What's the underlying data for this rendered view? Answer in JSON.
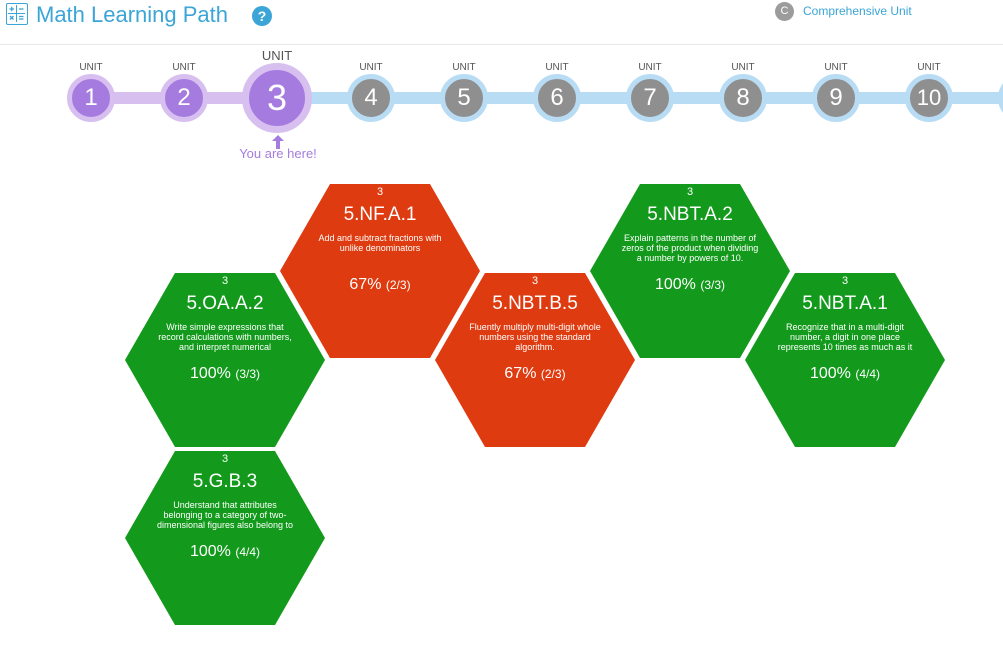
{
  "header": {
    "title": "Math Learning Path",
    "help_icon": "question-circle-icon",
    "comprehensive": {
      "badge": "C",
      "label": "Comprehensive Unit"
    }
  },
  "colors": {
    "accent": "#3aa5d6",
    "completed_unit": "#a67bdf",
    "upcoming_unit": "#8f8f8f",
    "mastered": "#139a1c",
    "needs_work": "#df3b10"
  },
  "units": [
    {
      "label": "UNIT",
      "number": "1",
      "state": "completed"
    },
    {
      "label": "UNIT",
      "number": "2",
      "state": "completed"
    },
    {
      "label": "UNIT",
      "number": "3",
      "state": "current"
    },
    {
      "label": "UNIT",
      "number": "4",
      "state": "upcoming"
    },
    {
      "label": "UNIT",
      "number": "5",
      "state": "upcoming"
    },
    {
      "label": "UNIT",
      "number": "6",
      "state": "upcoming"
    },
    {
      "label": "UNIT",
      "number": "7",
      "state": "upcoming"
    },
    {
      "label": "UNIT",
      "number": "8",
      "state": "upcoming"
    },
    {
      "label": "UNIT",
      "number": "9",
      "state": "upcoming"
    },
    {
      "label": "UNIT",
      "number": "10",
      "state": "upcoming"
    }
  ],
  "current_marker": {
    "text": "You are here!",
    "icon": "arrow-up-icon"
  },
  "standards": [
    {
      "unit": "3",
      "code": "5.NF.A.1",
      "description": "Add and subtract fractions with unlike denominators",
      "percent": "67%",
      "fraction": "(2/3)",
      "status": "needs-work"
    },
    {
      "unit": "3",
      "code": "5.NBT.A.2",
      "description": "Explain patterns in the number of zeros of the product when dividing a number by powers of 10.",
      "percent": "100%",
      "fraction": "(3/3)",
      "status": "mastered"
    },
    {
      "unit": "3",
      "code": "5.OA.A.2",
      "description": "Write simple expressions that record calculations with numbers, and interpret numerical",
      "percent": "100%",
      "fraction": "(3/3)",
      "status": "mastered"
    },
    {
      "unit": "3",
      "code": "5.NBT.B.5",
      "description": "Fluently multiply multi-digit whole numbers using the standard algorithm.",
      "percent": "67%",
      "fraction": "(2/3)",
      "status": "needs-work"
    },
    {
      "unit": "3",
      "code": "5.NBT.A.1",
      "description": "Recognize that in a multi-digit number, a digit in one place represents 10 times as much as it",
      "percent": "100%",
      "fraction": "(4/4)",
      "status": "mastered"
    },
    {
      "unit": "3",
      "code": "5.G.B.3",
      "description": "Understand that attributes belonging to a category of two-dimensional figures also belong to",
      "percent": "100%",
      "fraction": "(4/4)",
      "status": "mastered"
    }
  ]
}
